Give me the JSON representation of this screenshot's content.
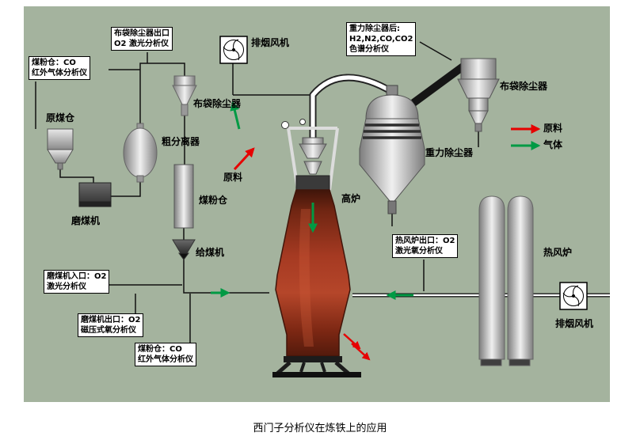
{
  "caption": "西门子分析仪在炼铁上的应用",
  "colors": {
    "background": "#a4b39e",
    "material_arrow": "#e60000",
    "gas_arrow": "#009a44",
    "furnace_body": "#a63a22"
  },
  "equipment_labels": {
    "raw_coal_bunker": "原煤仓",
    "coal_mill": "磨煤机",
    "coarse_separator": "粗分离器",
    "bag_filter_left": "布袋除尘器",
    "coal_powder_bunker": "煤粉仓",
    "coal_feeder": "给煤机",
    "exhaust_fan_top": "排烟风机",
    "material_feed": "原料",
    "blast_furnace": "高炉",
    "gravity_collector": "重力除尘器",
    "bag_filter_right": "布袋除尘器",
    "hot_blast_stove": "热风炉",
    "exhaust_fan_right": "排烟风机"
  },
  "analyzer_boxes": {
    "powder_bunker_top": [
      "煤粉仓：CO",
      "红外气体分析仪"
    ],
    "bag_filter_outlet": [
      "布袋除尘器出口",
      "O2 激光分析仪"
    ],
    "gravity_collector_after": [
      "重力除尘器后:",
      "H2,N2,CO,CO2",
      "色谱分析仪"
    ],
    "mill_inlet": [
      "磨煤机入口：O2",
      "激光分析仪"
    ],
    "mill_outlet": [
      "磨煤机出口：O2",
      "磁压式氧分析仪"
    ],
    "powder_bunker_bottom": [
      "煤粉仓：CO",
      "红外气体分析仪"
    ],
    "hot_stove_outlet": [
      "热风炉出口：O2",
      "激光氧分析仪"
    ]
  },
  "legend": [
    {
      "label": "原料",
      "color": "#e60000"
    },
    {
      "label": "气体",
      "color": "#009a44"
    }
  ]
}
